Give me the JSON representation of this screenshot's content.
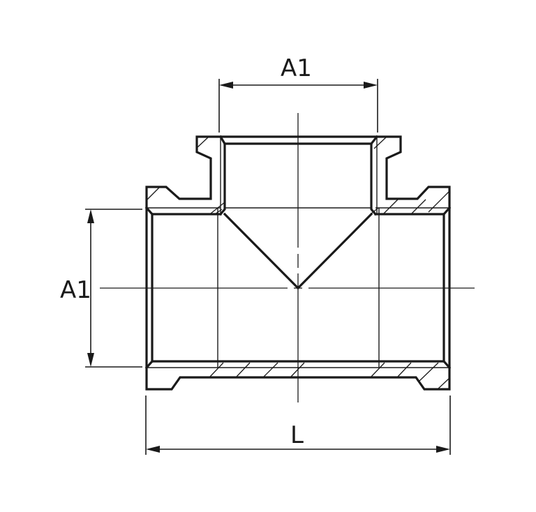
{
  "drawing": {
    "subject": "Pipe tee fitting cross-section",
    "colors": {
      "background": "#ffffff",
      "line": "#1a1a1a"
    },
    "dimensions": {
      "top_branch": {
        "label": "A1"
      },
      "left_run": {
        "label": "A1"
      },
      "overall_length": {
        "label": "L"
      }
    }
  }
}
